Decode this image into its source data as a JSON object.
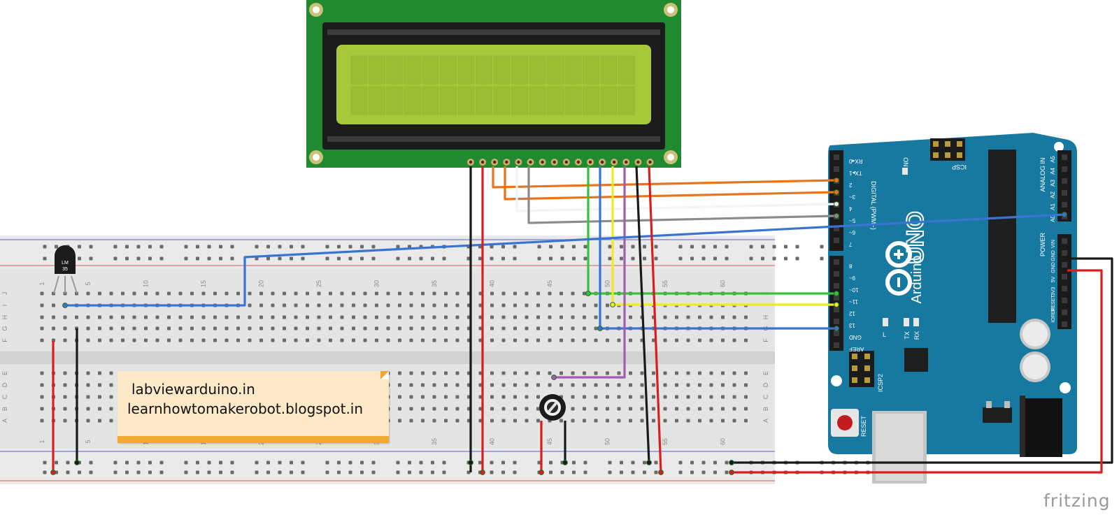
{
  "note": {
    "line1": "labviewarduino.in",
    "line2": "learnhowtomakerobot.blogspot.in"
  },
  "watermark": "fritzing",
  "sensor": {
    "label_top": "LM",
    "label_bottom": "35"
  },
  "breadboard": {
    "row_letters_top": [
      "J",
      "I",
      "H",
      "G",
      "F"
    ],
    "row_letters_bottom": [
      "E",
      "D",
      "C",
      "B",
      "A"
    ],
    "column_numbers": [
      "1",
      "5",
      "10",
      "15",
      "20",
      "25",
      "30",
      "35",
      "40",
      "45",
      "50",
      "55",
      "60"
    ]
  },
  "arduino": {
    "logo": "UNO",
    "brand": "Arduino",
    "icsp_top": "ICSP",
    "icsp2": "ICSP2",
    "reset": "RESET",
    "on": "ON",
    "led_l": "L",
    "led_tx": "TX",
    "led_rx": "RX",
    "digital_label": "DIGITAL (PWM~)",
    "analog_label": "ANALOG IN",
    "power_label": "POWER",
    "digital_pins_top": [
      "RX◂0",
      "TX▸1",
      "2",
      "3~",
      "4",
      "5~",
      "6~",
      "7"
    ],
    "digital_pins_bottom": [
      "8",
      "9~",
      "10~",
      "11~",
      "12",
      "13",
      "GND",
      "AREF"
    ],
    "analog_pins": [
      "A5",
      "A4",
      "A3",
      "A2",
      "A1",
      "A0"
    ],
    "power_pins": [
      "VIN",
      "GND",
      "GND",
      "5V",
      "3V3",
      "RESET",
      "IOREF"
    ]
  },
  "colors": {
    "lcd_board": "#1f8a2f",
    "lcd_screen": "#a6c83a",
    "arduino_board": "#1779a0",
    "breadboard": "#e4e4e4",
    "wire_orange": "#e8741c",
    "wire_white": "#f4f4f4",
    "wire_gray": "#8c8c8c",
    "wire_green": "#36c23a",
    "wire_blue": "#3a74d2",
    "wire_yellow": "#ecec22",
    "wire_purple": "#a45bb4",
    "wire_black": "#1a1a1a",
    "wire_red": "#d81e1e"
  }
}
